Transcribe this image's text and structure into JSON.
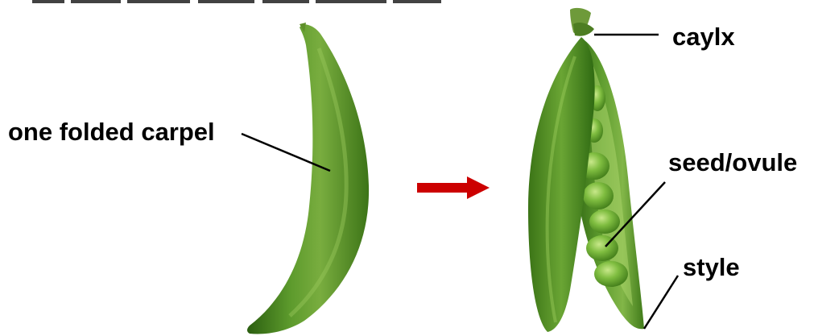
{
  "labels": {
    "carpel": "one folded carpel",
    "calyx": "caylx",
    "seed": "seed/ovule",
    "style": "style"
  },
  "colors": {
    "pod_dark": "#2f6a12",
    "pod_mid": "#4f8f24",
    "pod_light": "#86b94a",
    "pea": "#79b63b",
    "arrow": "#cc0000",
    "leader": "#000000"
  },
  "icons": {
    "transition_arrow": "right-arrow-icon"
  }
}
